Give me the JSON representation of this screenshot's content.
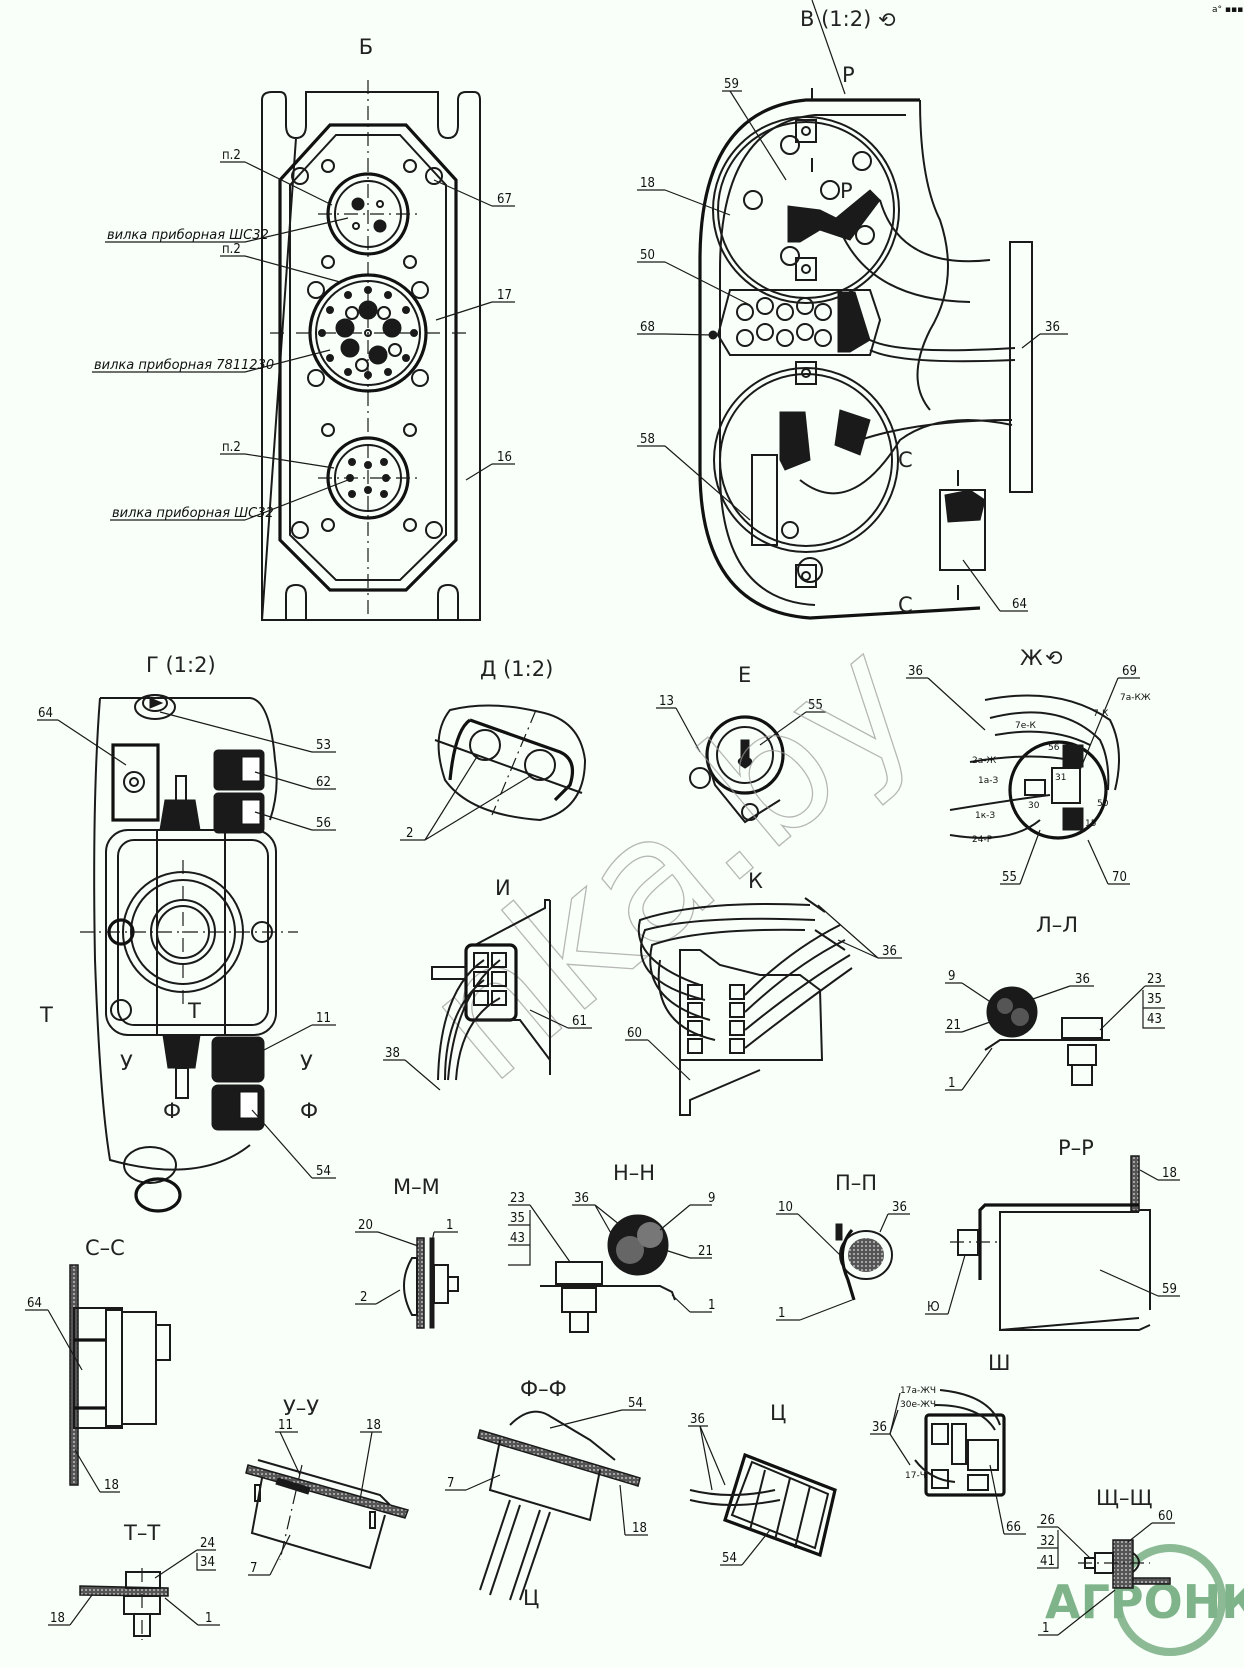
{
  "sheet": {
    "corner_mark": "a° ▪▪▪",
    "watermark": "nka.by",
    "logo": {
      "text": "АГРОНКА",
      "color": "#7fb38a"
    }
  },
  "views": {
    "B": {
      "title": "Б",
      "callouts": [
        "п.2",
        "вилка приборная ШС32",
        "п.2",
        "вилка приборная 7811230",
        "п.2",
        "вилка приборная ШС32",
        "67",
        "17",
        "16"
      ]
    },
    "V": {
      "title": "В (1:2)",
      "rotate_symbol": "⟲",
      "callouts": [
        "59",
        "18",
        "50",
        "68",
        "58",
        "36",
        "64"
      ],
      "section_marks": [
        "Р",
        "Р",
        "С",
        "С"
      ]
    },
    "G": {
      "title": "Г (1:2)",
      "callouts": [
        "64",
        "53",
        "62",
        "56",
        "11",
        "54"
      ],
      "section_marks": [
        "Т",
        "Т",
        "У",
        "У",
        "Ф",
        "Ф"
      ]
    },
    "D": {
      "title": "Д (1:2)",
      "callouts": [
        "2"
      ]
    },
    "E": {
      "title": "Е",
      "callouts": [
        "13",
        "55"
      ]
    },
    "Zh": {
      "title": "Ж",
      "rotate_symbol": "⟲",
      "callouts": [
        "36",
        "69",
        "55",
        "70"
      ],
      "wire_labels": [
        "7а-КЖ",
        "7-К",
        "7е-К",
        "2а-Ж",
        "1а-З",
        "1к-З",
        "24-Р"
      ],
      "pin_labels": [
        "56",
        "31",
        "30",
        "50",
        "15"
      ]
    },
    "I": {
      "title": "И",
      "callouts": [
        "38",
        "61"
      ]
    },
    "K": {
      "title": "К",
      "callouts": [
        "36",
        "60"
      ]
    },
    "LL": {
      "title": "Л–Л",
      "callouts": [
        "9",
        "21",
        "36",
        "1"
      ],
      "stack": [
        "23",
        "35",
        "43"
      ]
    },
    "MM": {
      "title": "М–М",
      "callouts": [
        "20",
        "1",
        "2"
      ]
    },
    "NN": {
      "title": "Н–Н",
      "callouts": [
        "36",
        "9",
        "21",
        "1"
      ],
      "stack": [
        "23",
        "35",
        "43"
      ]
    },
    "PP": {
      "title": "П–П",
      "callouts": [
        "10",
        "36",
        "1"
      ]
    },
    "RR": {
      "title": "Р–Р",
      "callouts": [
        "18",
        "Ю",
        "59"
      ]
    },
    "SS": {
      "title": "С–С",
      "callouts": [
        "64",
        "18"
      ]
    },
    "UU": {
      "title": "У–У",
      "callouts": [
        "11",
        "18",
        "7"
      ]
    },
    "FF": {
      "title": "Ф–Ф",
      "callouts": [
        "54",
        "7",
        "18"
      ],
      "section_marks": [
        "Ц"
      ]
    },
    "Ts": {
      "title": "Ц",
      "callouts": [
        "36",
        "54"
      ]
    },
    "Sh": {
      "title": "Ш",
      "callouts": [
        "36",
        "66"
      ],
      "wire_labels": [
        "17а-ЖЧ",
        "30е-ЖЧ",
        "17-Ч"
      ]
    },
    "TT": {
      "title": "Т–Т",
      "callouts": [
        "18",
        "1"
      ],
      "stack": [
        "24",
        "34"
      ]
    },
    "ShchShch": {
      "title": "Щ–Щ",
      "callouts": [
        "60",
        "1"
      ],
      "stack": [
        "26",
        "32",
        "41"
      ]
    }
  }
}
